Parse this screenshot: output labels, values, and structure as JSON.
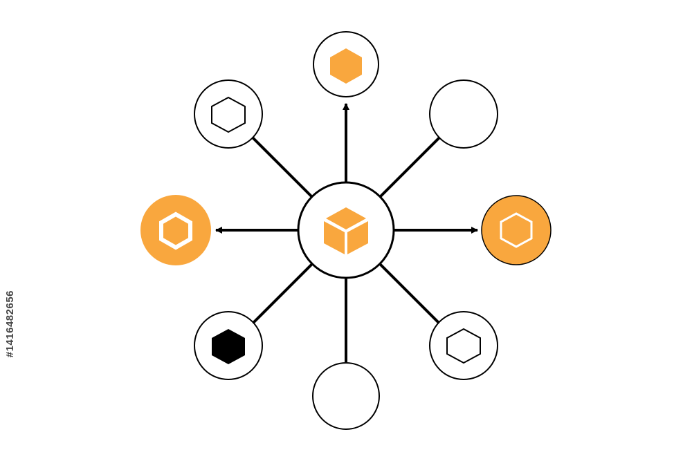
{
  "watermark_text": "#1416482656",
  "colors": {
    "accent": "#F9A73E",
    "stroke": "#000000",
    "background": "#FFFFFF"
  },
  "hub": {
    "icon": "cube-icon"
  },
  "nodes": [
    {
      "id": "top",
      "fill": "white",
      "icon": "hexagon-orange-filled-icon",
      "connector": "arrow"
    },
    {
      "id": "top-right",
      "fill": "white",
      "icon": "none",
      "connector": "line"
    },
    {
      "id": "right",
      "fill": "orange",
      "icon": "hexagon-white-outline-icon",
      "connector": "arrow"
    },
    {
      "id": "bottom-right",
      "fill": "white",
      "icon": "hexagon-outline-icon",
      "connector": "line"
    },
    {
      "id": "bottom",
      "fill": "white",
      "icon": "none",
      "connector": "line"
    },
    {
      "id": "bottom-left",
      "fill": "white",
      "icon": "hexagon-black-filled-icon",
      "connector": "line"
    },
    {
      "id": "left",
      "fill": "orange",
      "icon": "hexagon-white-thick-icon",
      "connector": "arrow"
    },
    {
      "id": "top-left",
      "fill": "white",
      "icon": "hexagon-outline-icon",
      "connector": "line"
    }
  ]
}
